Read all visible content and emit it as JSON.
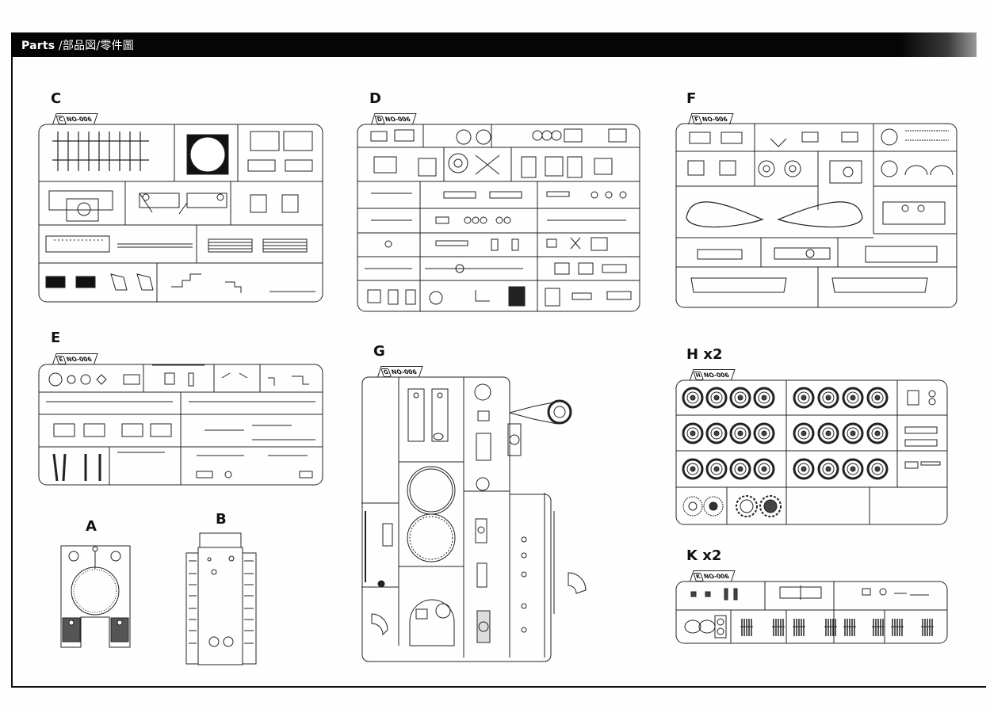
{
  "header": {
    "title": "Parts",
    "subtitle": " /部品図/零件圖"
  },
  "colors": {
    "header_bg": "#050505",
    "line": "#222222",
    "paper": "#fefefe"
  },
  "sprues": [
    {
      "id": "C",
      "label": "C",
      "tag_letter": "C",
      "tag_text": "NO-006",
      "multiplier": ""
    },
    {
      "id": "D",
      "label": "D",
      "tag_letter": "D",
      "tag_text": "NO-006",
      "multiplier": ""
    },
    {
      "id": "F",
      "label": "F",
      "tag_letter": "F",
      "tag_text": "NO-006",
      "multiplier": ""
    },
    {
      "id": "E",
      "label": "E",
      "tag_letter": "E",
      "tag_text": "NO-006",
      "multiplier": ""
    },
    {
      "id": "G",
      "label": "G",
      "tag_letter": "G",
      "tag_text": "NO-006",
      "multiplier": ""
    },
    {
      "id": "H",
      "label": "H x2",
      "tag_letter": "H",
      "tag_text": "NO-006",
      "multiplier": "x2"
    },
    {
      "id": "K",
      "label": "K x2",
      "tag_letter": "K",
      "tag_text": "NO-006",
      "multiplier": "x2"
    }
  ],
  "parts": [
    {
      "id": "A",
      "label": "A"
    },
    {
      "id": "B",
      "label": "B"
    }
  ]
}
